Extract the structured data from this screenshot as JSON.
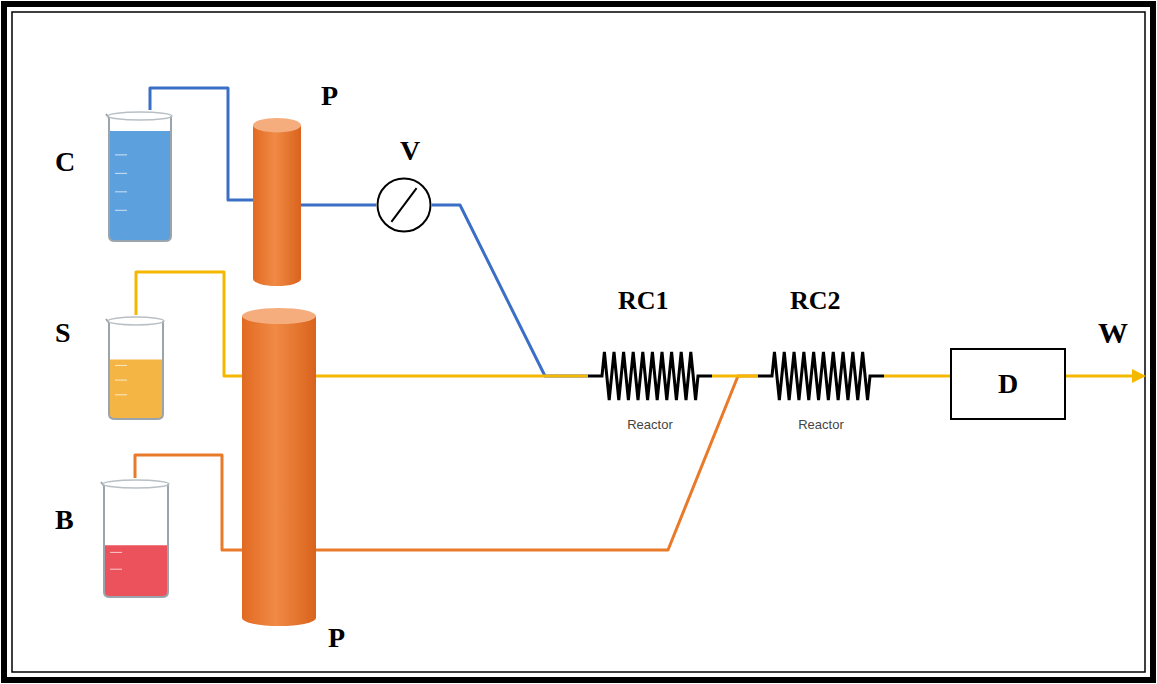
{
  "diagram": {
    "nodes": [
      {
        "text": [
          "C"
        ]
      },
      {
        "text": [
          "P"
        ]
      },
      {
        "text": [
          "V"
        ]
      },
      {
        "text": [
          "S"
        ]
      },
      {
        "text": [
          "P"
        ]
      },
      {
        "text": [
          "B"
        ]
      },
      {
        "text": [
          "RC1",
          "Reactor"
        ]
      },
      {
        "text": [
          "RC2",
          "Reactor"
        ]
      },
      {
        "text": [
          "D"
        ]
      }
    ],
    "edges": [
      {
        "from": 0,
        "to": 1,
        "arrow": "none"
      },
      {
        "from": 1,
        "to": 2,
        "arrow": "none"
      },
      {
        "from": 2,
        "to": 6,
        "arrow": "none"
      },
      {
        "from": 3,
        "to": 4,
        "arrow": "none"
      },
      {
        "from": 4,
        "to": 6,
        "arrow": "none"
      },
      {
        "from": 5,
        "to": 4,
        "arrow": "none"
      },
      {
        "from": 4,
        "to": 7,
        "arrow": "none"
      },
      {
        "from": 6,
        "to": 7,
        "arrow": "none"
      },
      {
        "from": 7,
        "to": 8,
        "arrow": "none"
      }
    ],
    "labels": [
      "W"
    ]
  }
}
